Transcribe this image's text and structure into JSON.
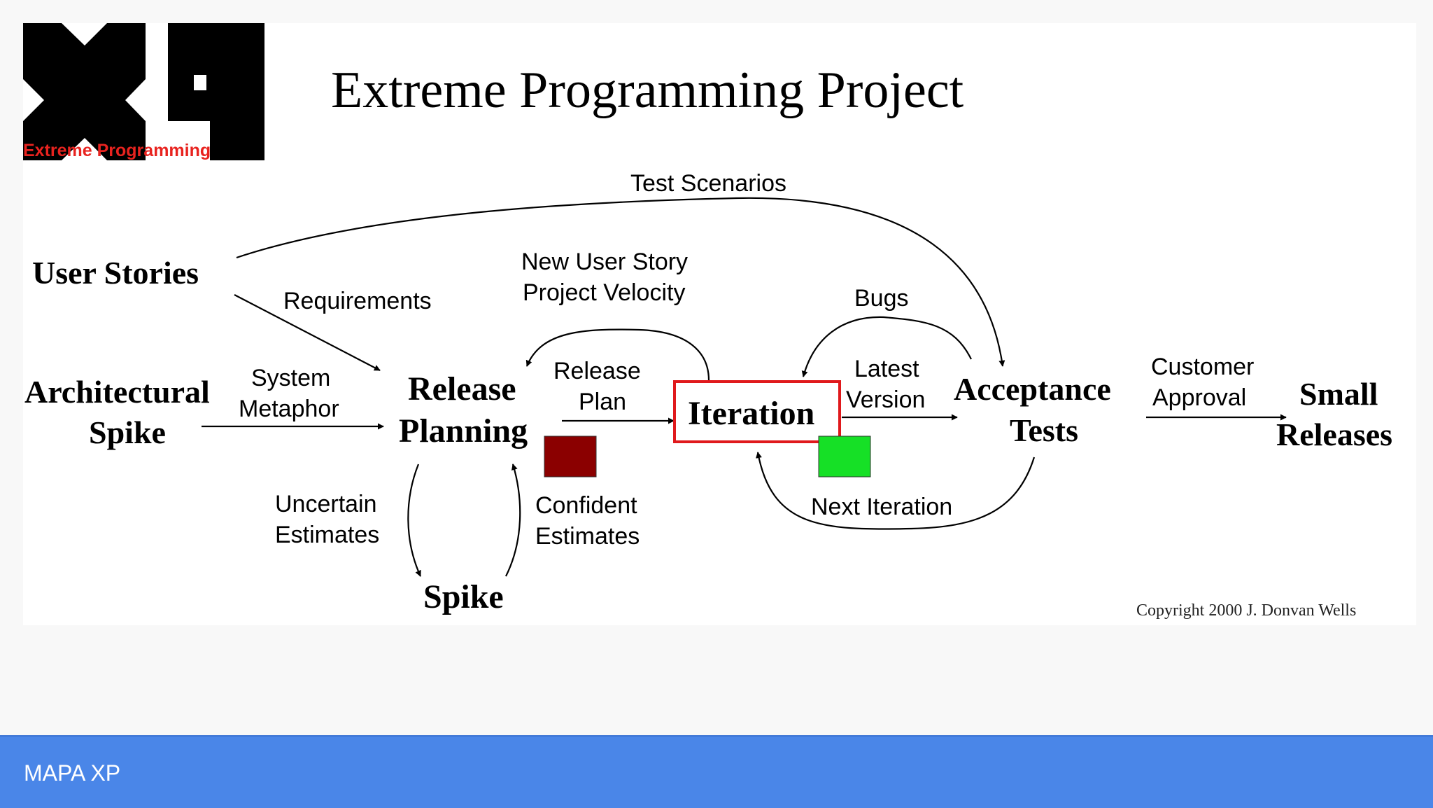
{
  "title": "Extreme Programming Project",
  "logo": {
    "letters": "XP",
    "tagline": "Extreme Programming",
    "tagline_color": "#e8231f"
  },
  "nodes": {
    "user_stories": "User Stories",
    "architectural_spike": [
      "Architectural",
      "Spike"
    ],
    "release_planning": [
      "Release",
      "Planning"
    ],
    "iteration": "Iteration",
    "acceptance_tests": [
      "Acceptance",
      "Tests"
    ],
    "small_releases": [
      "Small",
      "Releases"
    ],
    "spike": "Spike"
  },
  "edge_labels": {
    "test_scenarios": "Test Scenarios",
    "requirements": "Requirements",
    "new_user_story": [
      "New User Story",
      "Project Velocity"
    ],
    "bugs": "Bugs",
    "system_metaphor": [
      "System",
      "Metaphor"
    ],
    "release_plan": [
      "Release",
      "Plan"
    ],
    "latest_version": [
      "Latest",
      "Version"
    ],
    "customer_approval": [
      "Customer",
      "Approval"
    ],
    "uncertain_estimates": [
      "Uncertain",
      "Estimates"
    ],
    "confident_estimates": [
      "Confident",
      "Estimates"
    ],
    "next_iteration": "Next Iteration"
  },
  "colors": {
    "iteration_border": "#e0191c",
    "red_square": "#8b0000",
    "green_square": "#16e026",
    "bar": "#4a86e8"
  },
  "copyright": "Copyright 2000 J. Donvan Wells",
  "footer": {
    "label": "MAPA XP"
  }
}
